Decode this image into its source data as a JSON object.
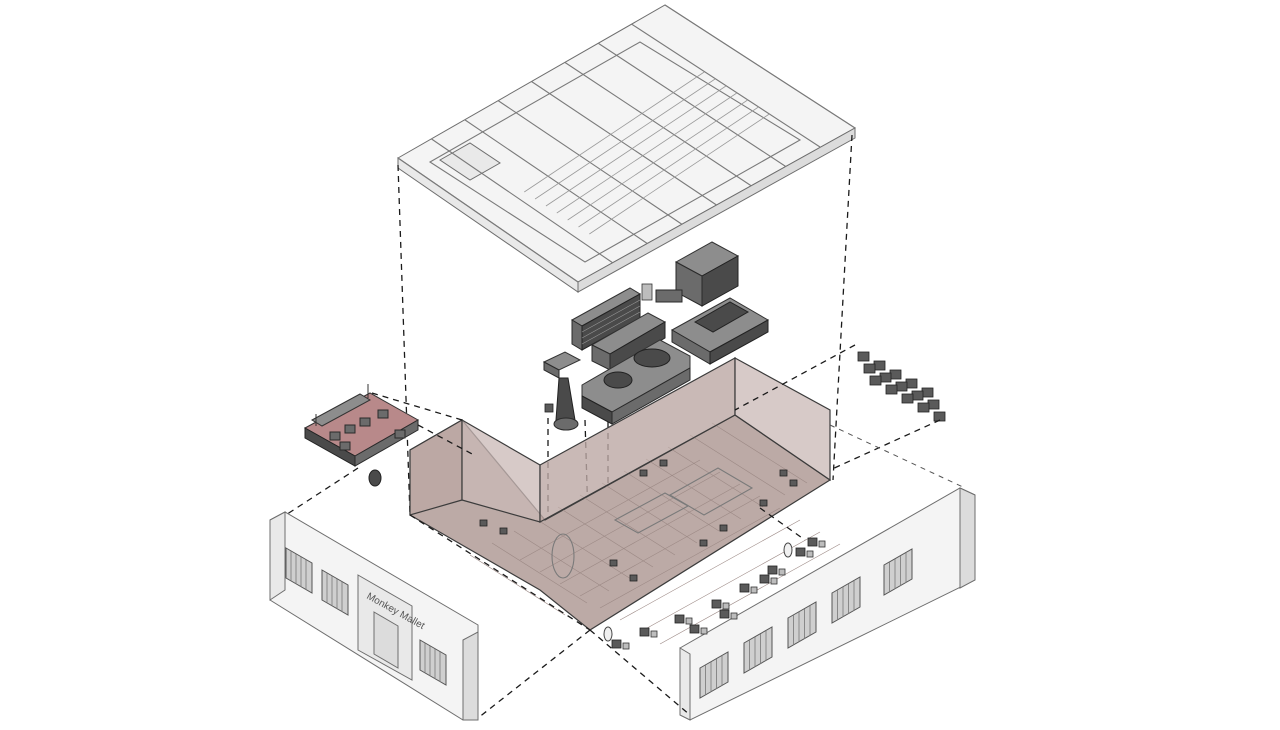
{
  "diagram": {
    "storefront_sign": "Monkey Mallet",
    "parts": [
      {
        "label": "roof-structure"
      },
      {
        "label": "bar-and-kitchen-fixtures"
      },
      {
        "label": "interior-room-shell"
      },
      {
        "label": "lounge-module"
      },
      {
        "label": "seating-row-set"
      },
      {
        "label": "outdoor-seating"
      },
      {
        "label": "street-facade-left"
      },
      {
        "label": "street-facade-right"
      }
    ],
    "colors": {
      "room_tint": "#c9b8b5",
      "lounge_accent": "#b8898a",
      "linework": "#6e6e6e",
      "dashed_guides": "#1a1a1a"
    }
  }
}
